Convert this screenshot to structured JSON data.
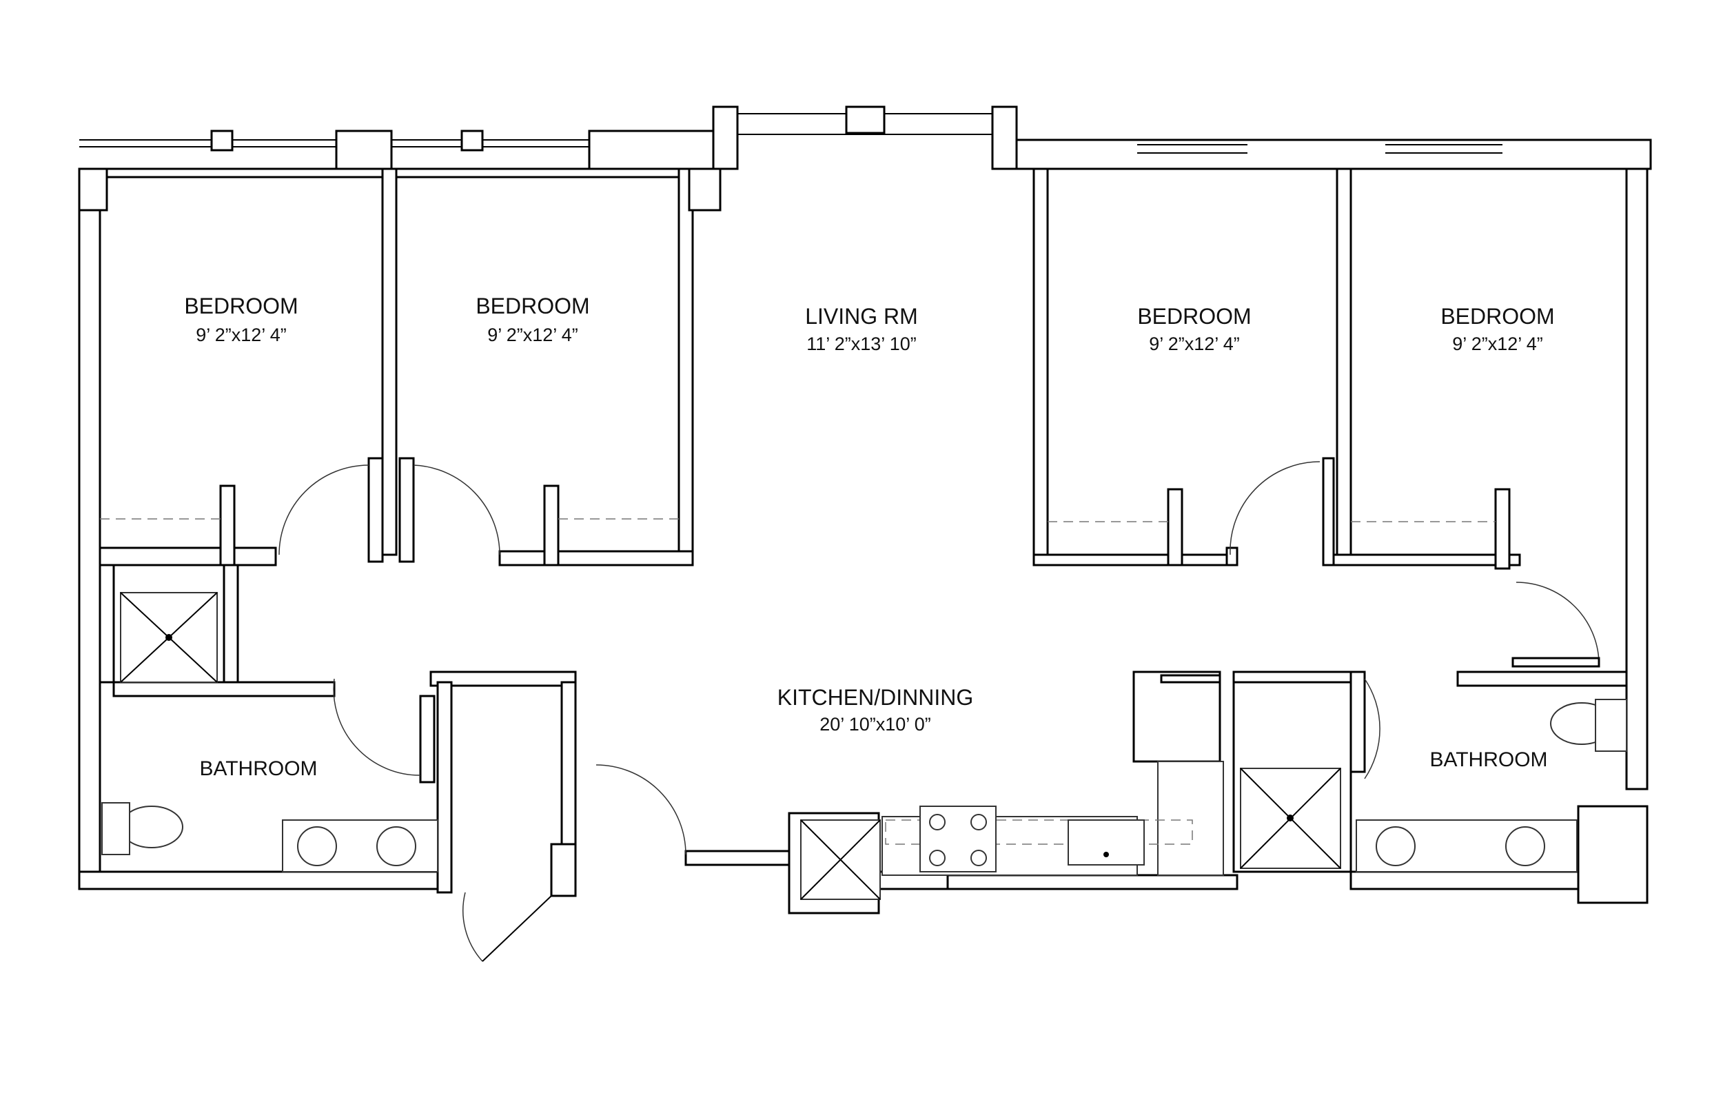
{
  "plan": {
    "rooms": [
      {
        "id": "bedroom-1",
        "name": "BEDROOM",
        "size": "9’ 2”x12’ 4”"
      },
      {
        "id": "bedroom-2",
        "name": "BEDROOM",
        "size": "9’ 2”x12’ 4”"
      },
      {
        "id": "living",
        "name": "LIVING RM",
        "size": "11’ 2”x13’ 10”"
      },
      {
        "id": "bedroom-3",
        "name": "BEDROOM",
        "size": "9’ 2”x12’ 4”"
      },
      {
        "id": "bedroom-4",
        "name": "BEDROOM",
        "size": "9’ 2”x12’ 4”"
      },
      {
        "id": "kitchen",
        "name": "KITCHEN/DINNING",
        "size": "20’ 10”x10’ 0”"
      },
      {
        "id": "bathroom-1",
        "name": "BATHROOM",
        "size": ""
      },
      {
        "id": "bathroom-2",
        "name": "BATHROOM",
        "size": ""
      }
    ]
  }
}
